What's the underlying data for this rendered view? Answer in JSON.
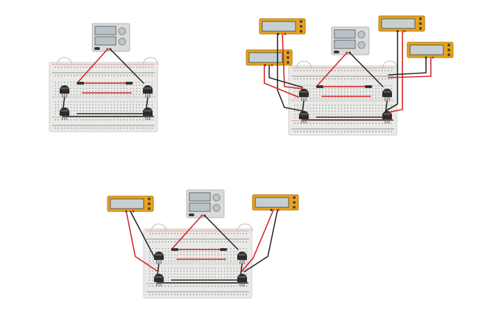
{
  "canvas": {
    "background": "#ffffff"
  },
  "colors": {
    "breadboard": "#e9e9e7",
    "breadboard_edge": "#cfcfcc",
    "breadboard_hole": "#9a9a98",
    "rail_red": "#d24a4a",
    "rail_dark": "#3a3a3a",
    "power_supply_body": "#d9dbdc",
    "power_supply_screen": "#b9c3c7",
    "knob": "#c4c4c4",
    "multimeter_body": "#e9a21a",
    "multimeter_screen": "#c6d0d3",
    "wire_red": "#d61f1f",
    "wire_black": "#222222",
    "transistor": "#2b2b2b",
    "resistor": "#c8a36a"
  },
  "icons": {
    "power_supply": "dc-power-supply-icon",
    "multimeter": "multimeter-icon",
    "transistor": "transistor-to92-icon",
    "potentiometer": "potentiometer-icon",
    "breadboard": "breadboard-icon"
  },
  "circuits": [
    {
      "id": "circuit-no-meters",
      "multimeters": 0,
      "transistors": 4,
      "breadboards": 1,
      "power_supplies": 1
    },
    {
      "id": "circuit-four-meters",
      "multimeters": 4,
      "transistors": 4,
      "breadboards": 1,
      "power_supplies": 1
    },
    {
      "id": "circuit-two-meters",
      "multimeters": 2,
      "transistors": 4,
      "breadboards": 1,
      "power_supplies": 1
    }
  ]
}
